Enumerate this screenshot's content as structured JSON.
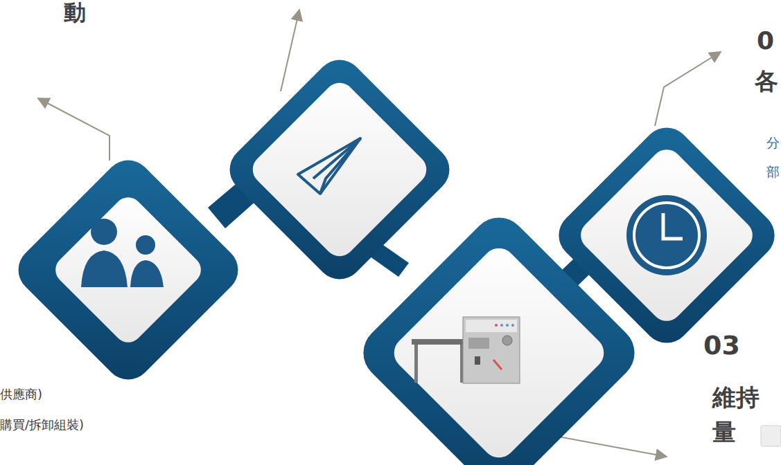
{
  "diagram": {
    "labels": [
      "動",
      "0",
      "各",
      "分",
      "部",
      "03",
      "維持",
      "量",
      "供應商)",
      "購買/拆卸組裝)"
    ]
  }
}
